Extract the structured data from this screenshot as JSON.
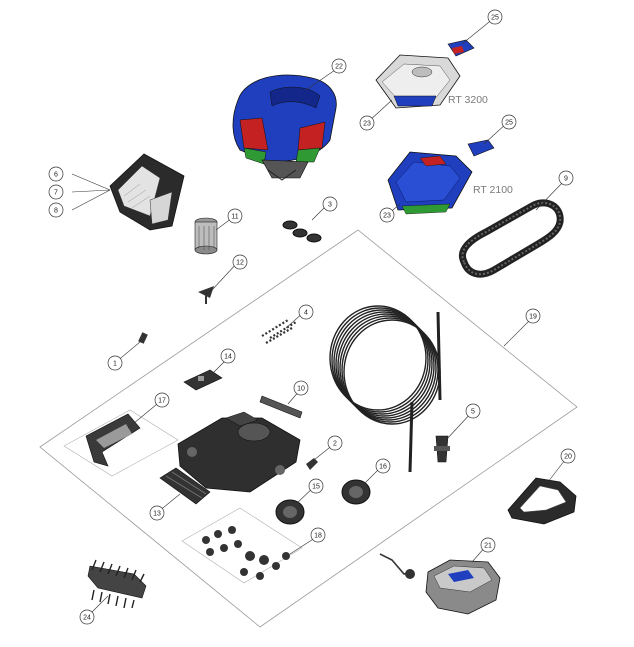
{
  "diagram": {
    "model_labels": [
      "RT 3200",
      "RT 2100"
    ],
    "callouts": [
      "25",
      "22",
      "23",
      "RT 3200",
      "25",
      "23",
      "RT 2100",
      "9",
      "6",
      "7",
      "8",
      "11",
      "3",
      "12",
      "19",
      "4",
      "1",
      "14",
      "10",
      "5",
      "17",
      "2",
      "20",
      "16",
      "13",
      "15",
      "18",
      "21",
      "24"
    ],
    "part_numbers": [
      "1",
      "2",
      "3",
      "4",
      "5",
      "6",
      "7",
      "8",
      "9",
      "10",
      "11",
      "12",
      "13",
      "14",
      "15",
      "16",
      "17",
      "18",
      "19",
      "20",
      "21",
      "22",
      "23",
      "24",
      "25"
    ]
  },
  "colors": {
    "blue": "#1f3fbf",
    "dark_blue": "#13268a",
    "red": "#c42222",
    "green": "#2f9a34",
    "gray": "#c9c9c9",
    "dark": "#2b2b2b",
    "line": "#333333"
  }
}
